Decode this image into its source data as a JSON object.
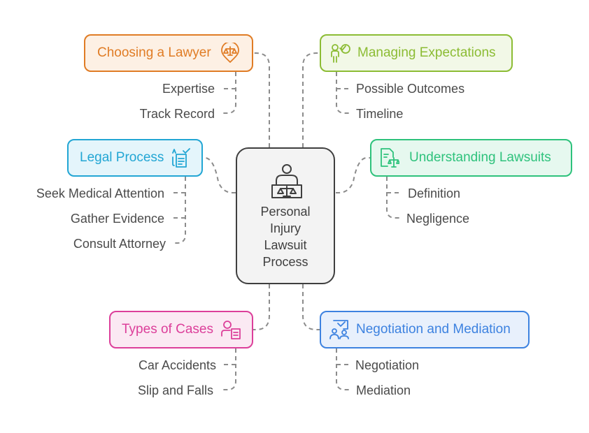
{
  "center": {
    "label": "Personal\nInjury\nLawsuit\nProcess",
    "icon": "person-with-scales-icon"
  },
  "topics": {
    "choosing_lawyer": {
      "title": "Choosing a Lawyer",
      "icon": "scales-location-pin-icon",
      "color": "#e07c25",
      "fill": "#fdf0e4",
      "items": [
        "Expertise",
        "Track Record"
      ]
    },
    "managing_expectations": {
      "title": "Managing Expectations",
      "icon": "person-checklist-icon",
      "color": "#8cbc34",
      "fill": "#f2f8e7",
      "items": [
        "Possible Outcomes",
        "Timeline"
      ]
    },
    "legal_process": {
      "title": "Legal Process",
      "icon": "document-checklist-icon",
      "color": "#22a6d4",
      "fill": "#e4f5fb",
      "items": [
        "Seek Medical Attention",
        "Gather Evidence",
        "Consult Attorney"
      ]
    },
    "understanding_lawsuits": {
      "title": "Understanding Lawsuits",
      "icon": "document-scales-icon",
      "color": "#2ec27c",
      "fill": "#e6f8ef",
      "items": [
        "Definition",
        "Negligence"
      ]
    },
    "types_of_cases": {
      "title": "Types of Cases",
      "icon": "person-document-icon",
      "color": "#dc3f9a",
      "fill": "#fbe9f3",
      "items": [
        "Car Accidents",
        "Slip and Falls"
      ]
    },
    "negotiation": {
      "title": "Negotiation and Mediation",
      "icon": "people-handshake-board-icon",
      "color": "#3d82e0",
      "fill": "#e8f0fc",
      "items": [
        "Negotiation",
        "Mediation"
      ]
    }
  }
}
